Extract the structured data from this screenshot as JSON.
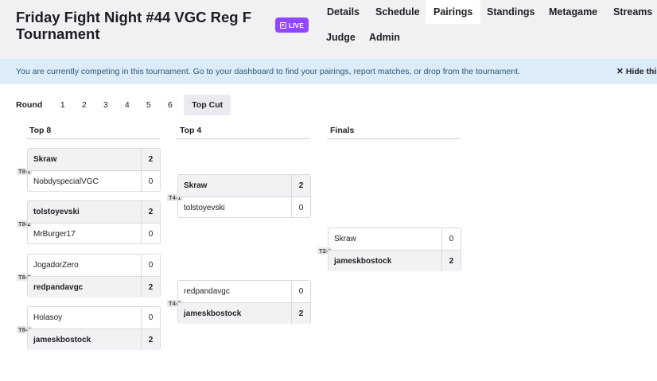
{
  "header": {
    "title": "Friday Fight Night #44 VGC Reg F Tournament",
    "live_badge": "LIVE",
    "nav": [
      "Details",
      "Schedule",
      "Pairings",
      "Standings",
      "Metagame",
      "Streams",
      "Judge",
      "Admin"
    ],
    "active_nav": "Pairings"
  },
  "banner": {
    "text": "You are currently competing in this tournament. Go to your dashboard to find your pairings, report matches, or drop from the tournament.",
    "hide_label": "Hide this"
  },
  "rounds": {
    "label": "Round",
    "items": [
      "1",
      "2",
      "3",
      "4",
      "5",
      "6"
    ],
    "top_cut": "Top Cut"
  },
  "bracket": {
    "columns": [
      "Top 8",
      "Top 4",
      "Finals"
    ],
    "matches": [
      {
        "id": "T8-1",
        "p1": "Skraw",
        "s1": "2",
        "p2": "NobdyspecialVGC",
        "s2": "0",
        "winner": 1
      },
      {
        "id": "T8-2",
        "p1": "tolstoyevski",
        "s1": "2",
        "p2": "MrBurger17",
        "s2": "0",
        "winner": 1
      },
      {
        "id": "T8-3",
        "p1": "JogadorZero",
        "s1": "0",
        "p2": "redpandavgc",
        "s2": "2",
        "winner": 2
      },
      {
        "id": "T8-4",
        "p1": "Holasoy",
        "s1": "0",
        "p2": "jameskbostock",
        "s2": "2",
        "winner": 2
      },
      {
        "id": "T4-1",
        "p1": "Skraw",
        "s1": "2",
        "p2": "tolstoyevski",
        "s2": "0",
        "winner": 1
      },
      {
        "id": "T4-2",
        "p1": "redpandavgc",
        "s1": "0",
        "p2": "jameskbostock",
        "s2": "2",
        "winner": 2
      },
      {
        "id": "T2-1",
        "p1": "Skraw",
        "s1": "0",
        "p2": "jameskbostock",
        "s2": "2",
        "winner": 2
      }
    ]
  }
}
